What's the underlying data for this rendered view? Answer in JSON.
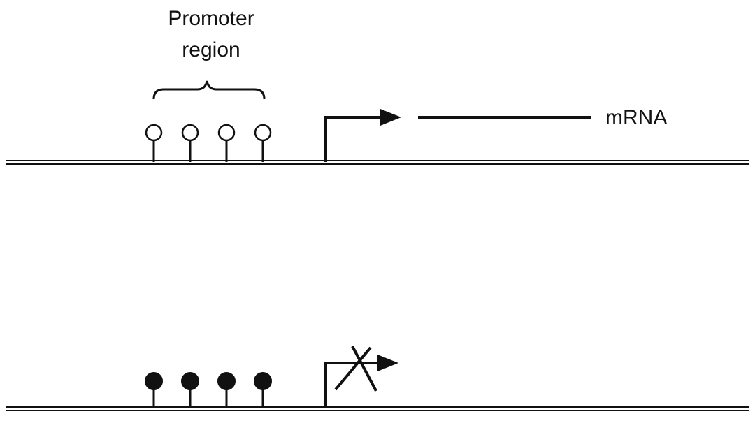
{
  "diagram": {
    "unmethylated": {
      "promoter_label_line1": "Promoter",
      "promoter_label_line2": "region",
      "transcript_label": "mRNA",
      "site_count": 4,
      "site_state": "unmethylated",
      "transcription": "active"
    },
    "methylated": {
      "site_count": 4,
      "site_state": "methylated",
      "transcription": "blocked"
    },
    "colors": {
      "ink": "#111111",
      "background": "#ffffff"
    }
  }
}
